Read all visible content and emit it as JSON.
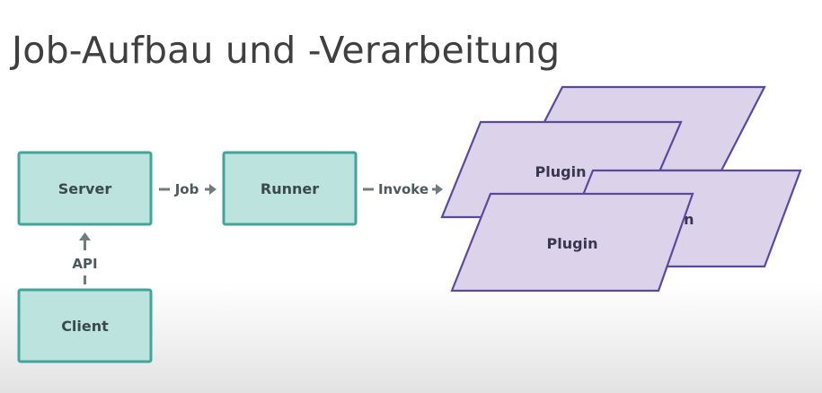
{
  "title": "Job-Aufbau und -Verarbeitung",
  "nodes": {
    "server": "Server",
    "runner": "Runner",
    "client": "Client"
  },
  "edges": {
    "job": "Job",
    "invoke": "Invoke",
    "api": "API"
  },
  "plugins": {
    "back_left": "Plugin",
    "back_right": "Plugin",
    "front": "Plugin"
  },
  "colors": {
    "box_fill": "#bde3df",
    "box_stroke": "#3fa69b",
    "plugin_fill": "#dcd3ea",
    "plugin_stroke": "#5a4a9e",
    "arrow": "#6e7c7e"
  }
}
